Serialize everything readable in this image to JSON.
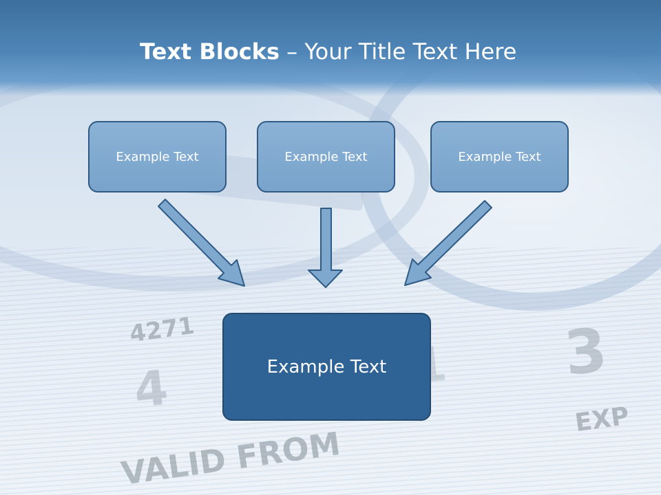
{
  "slide": {
    "title_bold": "Text Blocks",
    "title_dash": " – ",
    "title_rest": "Your Title Text Here"
  },
  "blocks": [
    {
      "label": "Example Text"
    },
    {
      "label": "Example Text"
    },
    {
      "label": "Example Text"
    }
  ],
  "main_block": {
    "label": "Example Text"
  },
  "background": {
    "engraved_text": [
      "4271",
      "4",
      "VALID FROM",
      "3",
      "EXP",
      "1"
    ]
  },
  "colors": {
    "header": "#4f86b8",
    "small_block": "#7fa8cf",
    "main_block": "#2f6396",
    "arrow_fill": "#7fa8cf",
    "arrow_stroke": "#2e5a84"
  }
}
